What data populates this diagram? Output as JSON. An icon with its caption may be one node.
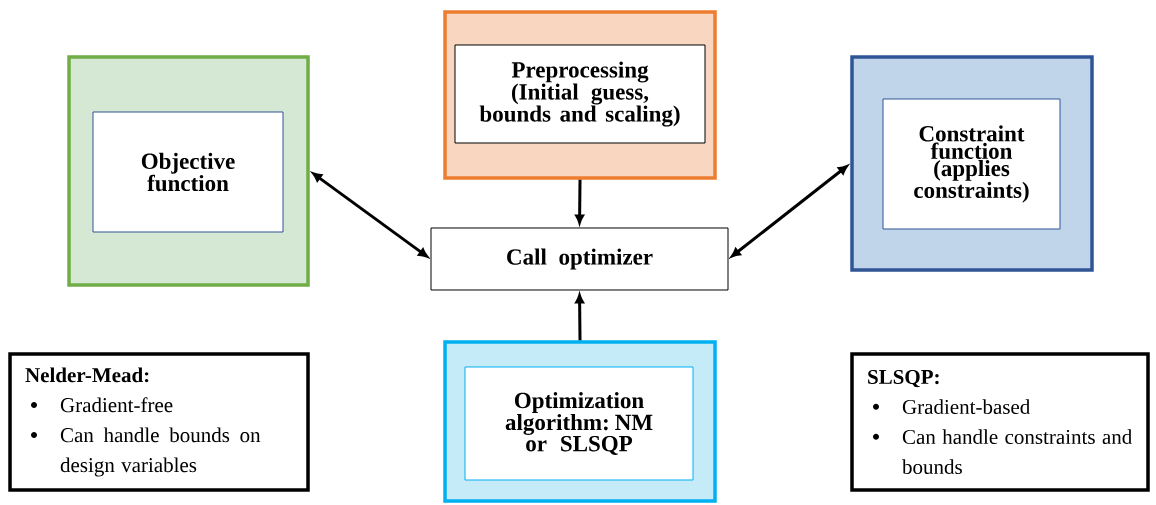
{
  "diagram": {
    "nodes": [
      {
        "text": [],
        "shape": "box"
      },
      {
        "text": [
          "Objective function"
        ],
        "in": 0
      },
      {
        "text": [],
        "shape": "box"
      },
      {
        "text": [
          "Preprocessing (Initial guess, bounds and scaling)"
        ],
        "in": 2
      },
      {
        "text": [],
        "shape": "box"
      },
      {
        "text": [
          "Constraint function (applies constraints)"
        ],
        "in": 4
      },
      {
        "text": [
          "Call optimizer"
        ]
      },
      {
        "text": [],
        "shape": "box"
      },
      {
        "text": [
          "Optimization algorithm: NM or SLSQP"
        ],
        "in": 7
      },
      {
        "text": [
          "Nelder-Mead:",
          "Gradient-free",
          "Can handle bounds on design variables"
        ]
      },
      {
        "text": [
          "SLSQP:",
          "Gradient-based",
          "Can handle constraints and bounds"
        ]
      }
    ],
    "edges": [
      {
        "from": 0,
        "to": 6,
        "arrow": "both"
      },
      {
        "from": 2,
        "to": 6,
        "arrow": "to"
      },
      {
        "from": 4,
        "to": 6,
        "arrow": "both"
      },
      {
        "from": 7,
        "to": 6,
        "arrow": "to"
      }
    ]
  }
}
